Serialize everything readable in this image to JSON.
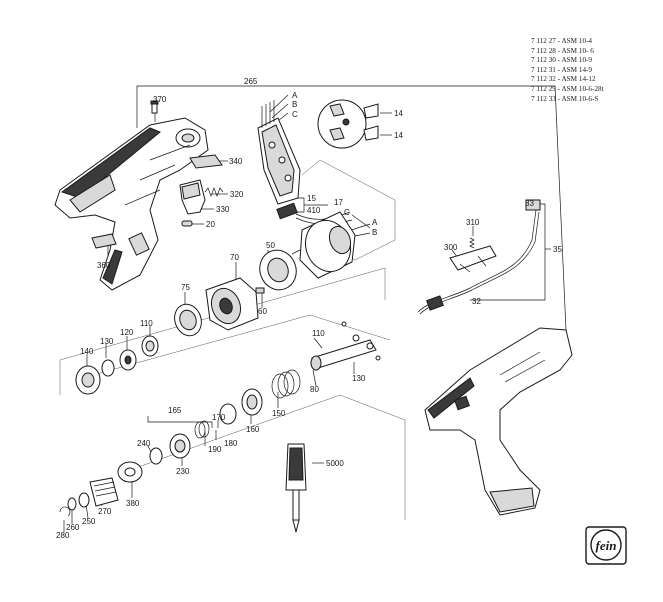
{
  "legend": [
    "7 112 27 - ASM 10-4",
    "7 112 28 - ASM 10- 6",
    "7 112 30 - ASM 10-9",
    "7 112 31 - ASM 14-9",
    "7 112 32 - ASM 14-12",
    "7 112 29 - ASM 10-6-28t",
    "7 112 33 - ASM 10-6-S"
  ],
  "labels": {
    "l265": "265",
    "l370": "370",
    "lA1": "A",
    "lB1": "B",
    "lC1": "C",
    "l14a": "14",
    "l14b": "14",
    "l340": "340",
    "l320": "320",
    "l330": "330",
    "l20": "20",
    "l15": "15",
    "l17": "17",
    "l410": "410",
    "lC2": "C",
    "lA2": "A",
    "lB2": "B",
    "l360": "360",
    "l50": "50",
    "l70": "70",
    "l60": "60",
    "l75": "75",
    "l110a": "110",
    "l120": "120",
    "l130a": "130",
    "l140": "140",
    "l110b": "110",
    "l80": "80",
    "l130b": "130",
    "l150": "150",
    "l160": "160",
    "l165": "165",
    "l170": "170",
    "l180": "180",
    "l190": "190",
    "l240": "240",
    "l230": "230",
    "l380": "380",
    "l270": "270",
    "l250": "250",
    "l260": "260",
    "l280": "280",
    "l5000": "5000",
    "l310": "310",
    "l300": "300",
    "l33": "33",
    "l35": "35",
    "l32": "32"
  },
  "logo": {
    "text": "fein"
  }
}
